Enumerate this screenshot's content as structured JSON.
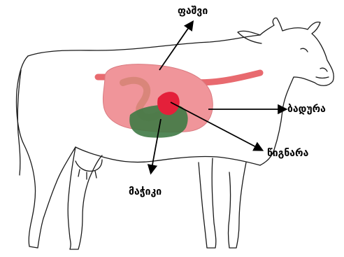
{
  "labels": {
    "rumen": "ფაშვი",
    "omasum": "ბადურა",
    "reticulum": "წიგნარა",
    "abomasum": "მაჭიკი"
  },
  "colors": {
    "outline": "#1a1a1a",
    "rumen": "#f0959a",
    "intestine": "#e86a6f",
    "abomasum": "#3f7a45",
    "heart_red": "#e4203a",
    "background": "#ffffff"
  }
}
